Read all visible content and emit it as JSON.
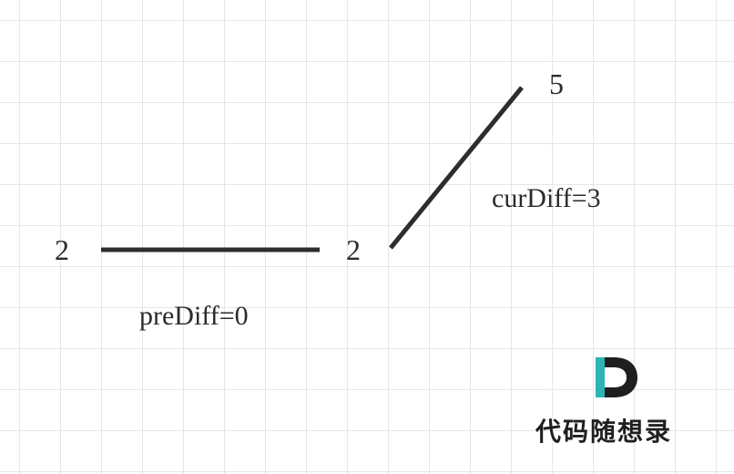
{
  "diagram": {
    "points": {
      "left_value": "2",
      "middle_value": "2",
      "top_value": "5"
    },
    "labels": {
      "pre_diff": "preDiff=0",
      "cur_diff": "curDiff=3"
    },
    "watermark": {
      "text": "代码随想录"
    },
    "colors": {
      "line": "#2d2d2d",
      "grid": "#e6e6e6",
      "text": "#2b2b2b",
      "logo_dark": "#1f1f1f",
      "logo_accent": "#2fb3b3"
    }
  }
}
